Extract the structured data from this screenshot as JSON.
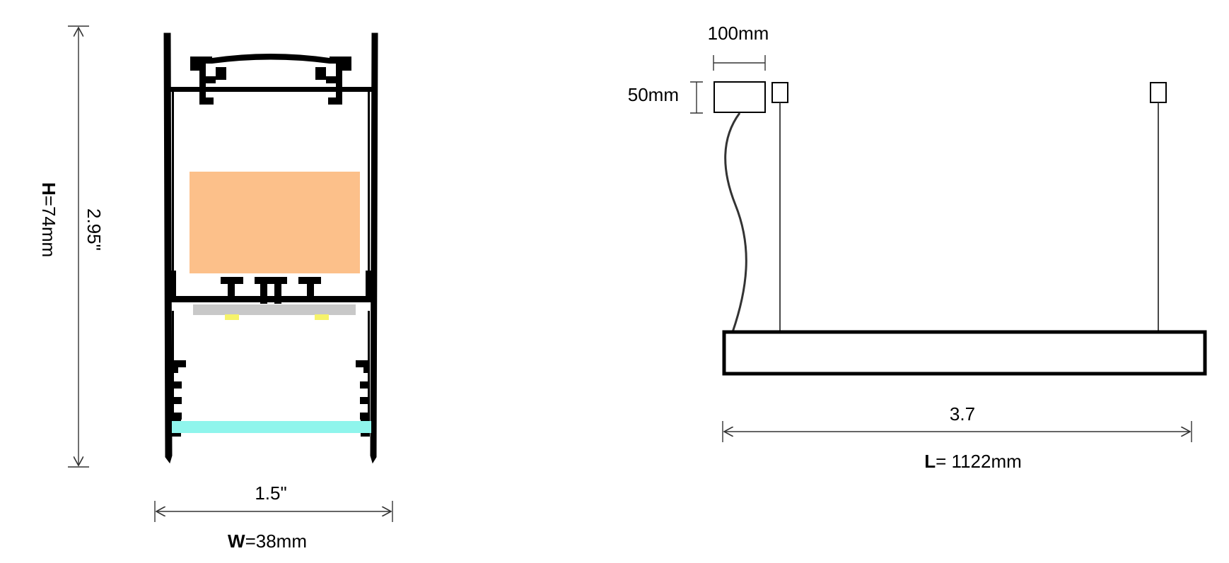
{
  "cross_section": {
    "height_bold": "H",
    "height_value": "=74mm",
    "height_inches": "2.95\"",
    "width_inches": "1.5\"",
    "width_bold": "W",
    "width_value": "=38mm"
  },
  "side_view": {
    "canopy_width": "100mm",
    "canopy_height": "50mm",
    "length_feet": "3.7",
    "length_bold": "L",
    "length_value": "= 1122mm"
  },
  "colors": {
    "driver": "#FCC08A",
    "led_board": "#C8C8C8",
    "led_chip": "#F6F36A",
    "diffuser": "#8FF5EC",
    "outline": "#000000",
    "dimension": "#333333"
  }
}
